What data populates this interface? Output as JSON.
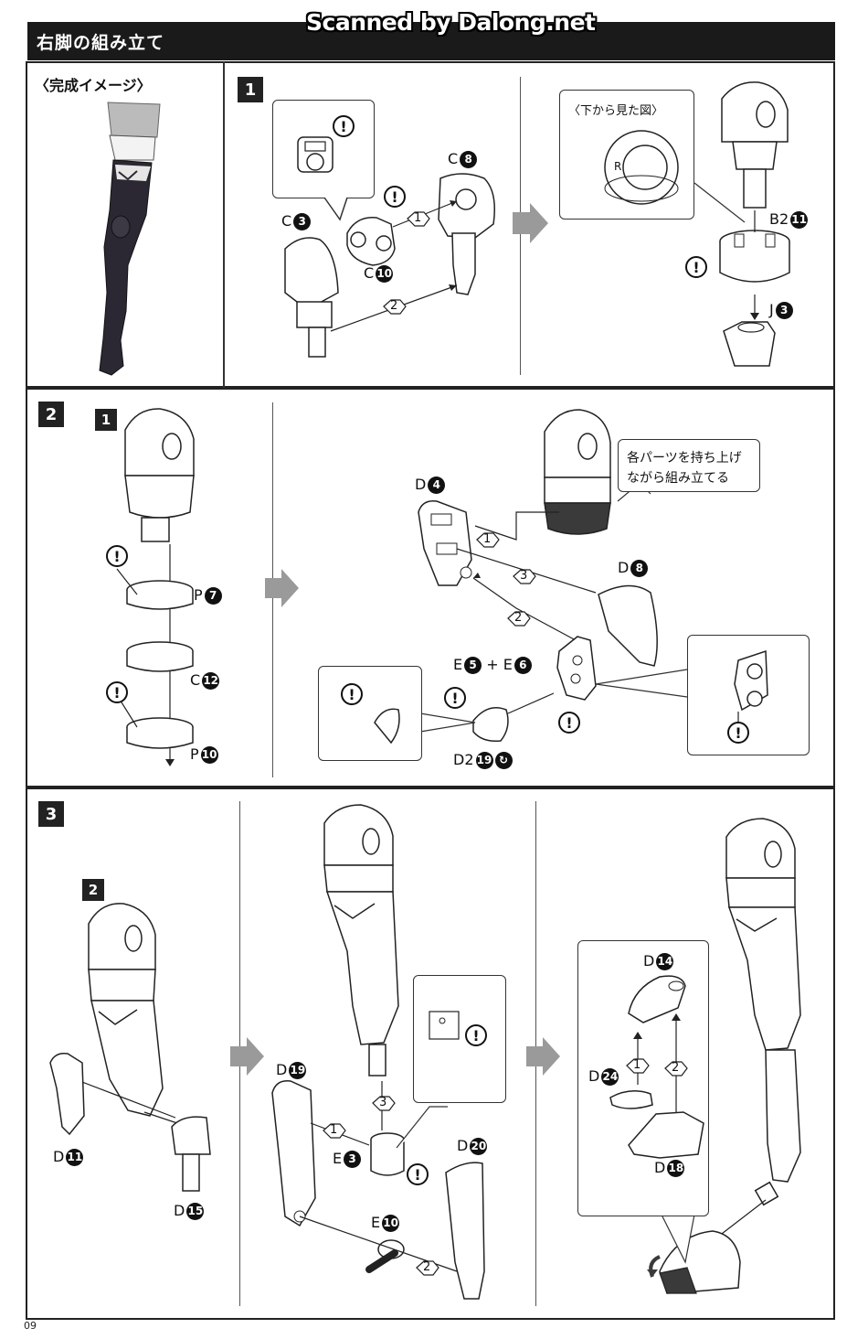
{
  "header": {
    "title": "右脚の組み立て",
    "watermark": "Scanned by Dalong.net"
  },
  "completed_image": {
    "label": "〈完成イメージ〉"
  },
  "section1": {
    "step": "1",
    "labels": {
      "c3": "C",
      "c3n": "3",
      "c8": "C",
      "c8n": "8",
      "c10": "C",
      "c10n": "10",
      "b2_11": "B2",
      "b2_11n": "11",
      "j3": "J",
      "j3n": "3"
    },
    "arrows": {
      "a1": "1",
      "a2": "2"
    },
    "view_from_below": "〈下から見た図〉",
    "r_mark": "R"
  },
  "section2": {
    "step": "2",
    "substep": "1",
    "labels": {
      "p7": "P",
      "p7n": "7",
      "c12": "C",
      "c12n": "12",
      "p10": "P",
      "p10n": "10",
      "d4": "D",
      "d4n": "4",
      "d8": "D",
      "d8n": "8",
      "e5": "E",
      "e5n": "5",
      "plus": "+",
      "e6": "E",
      "e6n": "6",
      "d2_19": "D2",
      "d2_19n": "19"
    },
    "arrows": {
      "a1": "1",
      "a2": "2",
      "a3": "3"
    },
    "note_line1": "各パーツを持ち上げ",
    "note_line2": "ながら組み立てる"
  },
  "section3": {
    "step": "3",
    "substep": "2",
    "labels": {
      "d11": "D",
      "d11n": "11",
      "d15": "D",
      "d15n": "15",
      "d19": "D",
      "d19n": "19",
      "e3": "E",
      "e3n": "3",
      "e10": "E",
      "e10n": "10",
      "d20": "D",
      "d20n": "20",
      "d14": "D",
      "d14n": "14",
      "d24": "D",
      "d24n": "24",
      "d18": "D",
      "d18n": "18"
    },
    "arrows": {
      "a1": "1",
      "a2": "2",
      "a3": "3",
      "b1": "1",
      "b2": "2"
    }
  },
  "footer": {
    "page_number": "09"
  },
  "colors": {
    "ink": "#111111",
    "panel_border": "#222222",
    "arrow_gray": "#9a9a9a",
    "dark_part": "#3a3a3a",
    "sock": "#2c2833"
  }
}
